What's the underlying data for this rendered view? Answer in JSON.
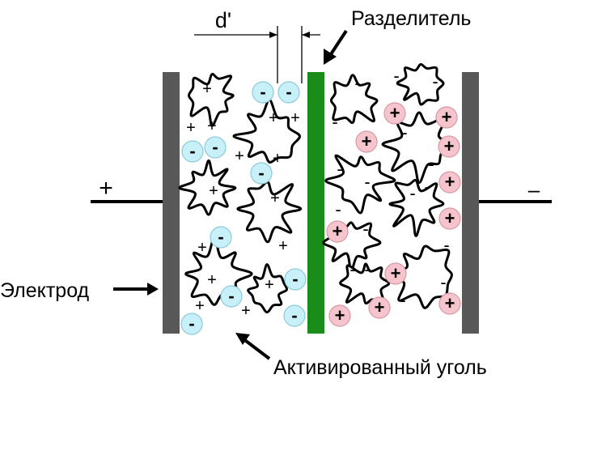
{
  "labels": {
    "separator": "Разделитель",
    "electrode": "Электрод",
    "carbon": "Активированный уголь",
    "gap": "d'",
    "terminal_pos": "+",
    "terminal_neg": "–"
  },
  "symbols": {
    "anion": "-",
    "cation": "+"
  },
  "colors": {
    "electrode": "#585858",
    "separator": "#1a8c1a",
    "anion_fill": "#c8f0f8",
    "anion_stroke": "#8ccbd8",
    "cation_fill": "#f6c4cc",
    "cation_stroke": "#d69aa4",
    "outline": "#000000"
  }
}
